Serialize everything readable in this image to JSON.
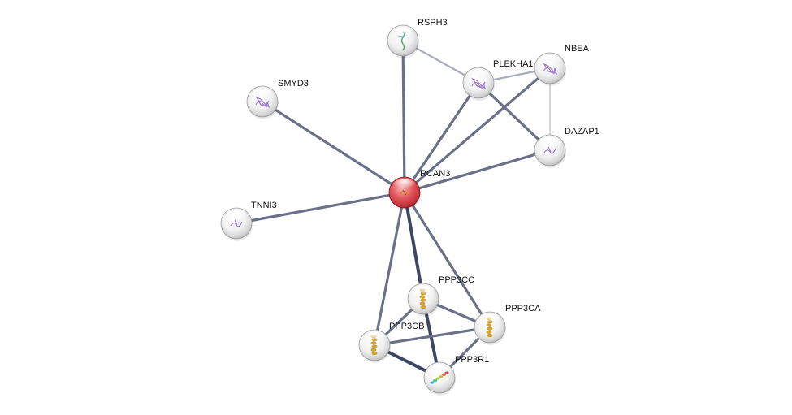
{
  "network": {
    "query_node": "RCAN3",
    "nodes": [
      {
        "id": "RCAN3",
        "label": "RCAN3",
        "query": true,
        "structure": "orange-small"
      },
      {
        "id": "RSPH3",
        "label": "RSPH3",
        "query": false,
        "structure": "green-helix"
      },
      {
        "id": "PLEKHA1",
        "label": "PLEKHA1",
        "query": false,
        "structure": "purple-globular"
      },
      {
        "id": "NBEA",
        "label": "NBEA",
        "query": false,
        "structure": "purple-globular"
      },
      {
        "id": "SMYD3",
        "label": "SMYD3",
        "query": false,
        "structure": "purple-globular"
      },
      {
        "id": "DAZAP1",
        "label": "DAZAP1",
        "query": false,
        "structure": "purple-sparse"
      },
      {
        "id": "TNNI3",
        "label": "TNNI3",
        "query": false,
        "structure": "purple-sparse"
      },
      {
        "id": "PPP3CC",
        "label": "PPP3CC",
        "query": false,
        "structure": "yellow-helix"
      },
      {
        "id": "PPP3CA",
        "label": "PPP3CA",
        "query": false,
        "structure": "yellow-helix"
      },
      {
        "id": "PPP3CB",
        "label": "PPP3CB",
        "query": false,
        "structure": "yellow-helix"
      },
      {
        "id": "PPP3R1",
        "label": "PPP3R1",
        "query": false,
        "structure": "rainbow-helix"
      }
    ],
    "edges": [
      {
        "source": "RCAN3",
        "target": "SMYD3",
        "strength": "medium"
      },
      {
        "source": "RCAN3",
        "target": "TNNI3",
        "strength": "medium"
      },
      {
        "source": "RCAN3",
        "target": "RSPH3",
        "strength": "medium"
      },
      {
        "source": "RCAN3",
        "target": "PLEKHA1",
        "strength": "medium"
      },
      {
        "source": "RCAN3",
        "target": "NBEA",
        "strength": "medium"
      },
      {
        "source": "RCAN3",
        "target": "DAZAP1",
        "strength": "medium"
      },
      {
        "source": "RCAN3",
        "target": "PPP3CC",
        "strength": "strong"
      },
      {
        "source": "RCAN3",
        "target": "PPP3CA",
        "strength": "medium"
      },
      {
        "source": "RCAN3",
        "target": "PPP3CB",
        "strength": "medium"
      },
      {
        "source": "RSPH3",
        "target": "PLEKHA1",
        "strength": "weak"
      },
      {
        "source": "PLEKHA1",
        "target": "NBEA",
        "strength": "weak"
      },
      {
        "source": "PLEKHA1",
        "target": "DAZAP1",
        "strength": "medium"
      },
      {
        "source": "NBEA",
        "target": "DAZAP1",
        "strength": "faint"
      },
      {
        "source": "PPP3CC",
        "target": "PPP3CA",
        "strength": "medium"
      },
      {
        "source": "PPP3CC",
        "target": "PPP3CB",
        "strength": "medium"
      },
      {
        "source": "PPP3CC",
        "target": "PPP3R1",
        "strength": "strong"
      },
      {
        "source": "PPP3CA",
        "target": "PPP3CB",
        "strength": "medium"
      },
      {
        "source": "PPP3CA",
        "target": "PPP3R1",
        "strength": "medium"
      },
      {
        "source": "PPP3CB",
        "target": "PPP3R1",
        "strength": "strong"
      }
    ]
  },
  "colors": {
    "background": "#ffffff",
    "query_node": "#d9434b",
    "node_shell": "#e6e6e6",
    "edge_strong": "#3f4663",
    "edge_medium": "#6b7088",
    "edge_weak": "#a7abbb",
    "edge_faint": "#c6c8d2",
    "structure_purple": "#9a77cf",
    "structure_yellow": "#d6a82a",
    "structure_green": "#4aa86b",
    "structure_orange": "#e07b22",
    "label": "#111111"
  }
}
